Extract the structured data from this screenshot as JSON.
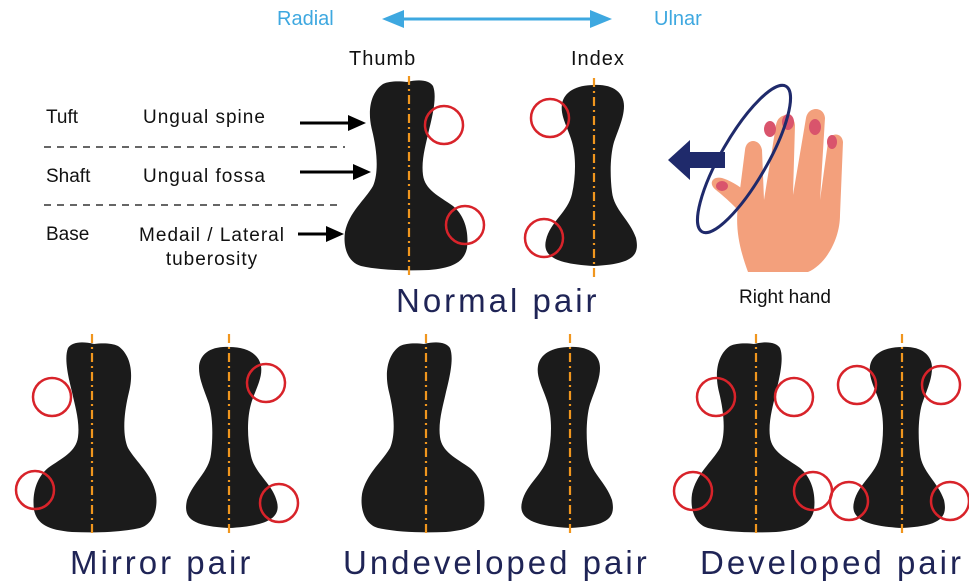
{
  "directions": {
    "left": "Radial",
    "right": "Ulnar"
  },
  "digits": {
    "thumb": "Thumb",
    "index": "Index"
  },
  "regions": [
    {
      "name": "Tuft",
      "feature": "Ungual spine"
    },
    {
      "name": "Shaft",
      "feature": "Ungual fossa"
    },
    {
      "name": "Base",
      "feature_line1": "Medail / Lateral",
      "feature_line2": "tuberosity"
    }
  ],
  "pairs": {
    "normal": "Normal pair",
    "mirror": "Mirror pair",
    "undeveloped": "Undeveloped pair",
    "developed": "Developed pair"
  },
  "hand_caption": "Right hand",
  "colors": {
    "bone": "#1b1b1b",
    "axis": "#f0961e",
    "marker": "#d8232a",
    "direction": "#3ea8e0",
    "pair_title": "#1f2456",
    "hand_skin": "#f3a07c",
    "nail": "#d9546c",
    "rotation": "#1f2a6b"
  }
}
